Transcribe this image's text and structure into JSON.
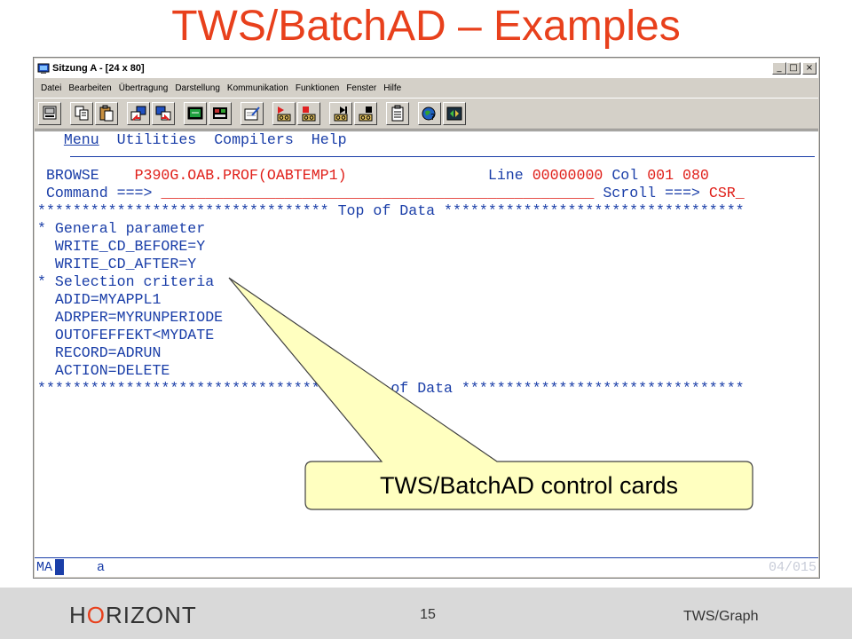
{
  "slide": {
    "title": "TWS/BatchAD – Examples"
  },
  "window": {
    "title": "Sitzung A - [24 x 80]",
    "controls": [
      "_",
      "□",
      "×"
    ],
    "menu": [
      "Datei",
      "Bearbeiten",
      "Übertragung",
      "Darstellung",
      "Kommunikation",
      "Funktionen",
      "Fenster",
      "Hilfe"
    ]
  },
  "toolbar": {
    "buttons": [
      "print-icon",
      "copy-icon",
      "paste-icon",
      "send-file-icon",
      "receive-file-icon",
      "display-setup-icon",
      "keypad-icon",
      "edit-icon",
      "record-macro-icon",
      "stop-macro-icon",
      "play-macro-icon",
      "pause-macro-icon",
      "clipboard-icon",
      "help-globe-icon",
      "about-icon"
    ]
  },
  "terminal": {
    "ispf_menu": [
      "Menu",
      "Utilities",
      "Compilers",
      "Help"
    ],
    "browse_label": "BROWSE",
    "dataset": "P390G.OAB.PROF(OABTEMP1)",
    "line_label": "Line",
    "line_value": "00000000",
    "col_label": "Col",
    "col_value": "001 080",
    "command_label": "Command ===>",
    "command_field": "_________________________________________________",
    "scroll_label": "Scroll ===>",
    "scroll_value": "CSR_",
    "top_of_data": "********************************* Top of Data **********************************",
    "content_lines": [
      "* General parameter",
      "  WRITE_CD_BEFORE=Y",
      "  WRITE_CD_AFTER=Y",
      "* Selection criteria",
      "  ADID=MYAPPL1",
      "  ADRPER=MYRUNPERIODE",
      "  OUTOFEFFEKT<MYDATE",
      "  RECORD=ADRUN",
      "  ACTION=DELETE"
    ],
    "bottom_of_data": "******************************** Bottom of Data ********************************",
    "status_mode": "MA",
    "status_session": "a",
    "status_position": "04/015"
  },
  "callout": {
    "text": "TWS/BatchAD control cards"
  },
  "footer": {
    "logo_h": "H",
    "logo_o": "O",
    "logo_rest": "RIZONT",
    "page_number": "15",
    "label": "TWS/Graph"
  },
  "colors": {
    "title": "#e8401c",
    "terminal_text": "#1a3ea8",
    "terminal_highlight": "#e0201a",
    "callout_fill": "#ffffc0",
    "footer_bg": "#d9d9d9"
  }
}
